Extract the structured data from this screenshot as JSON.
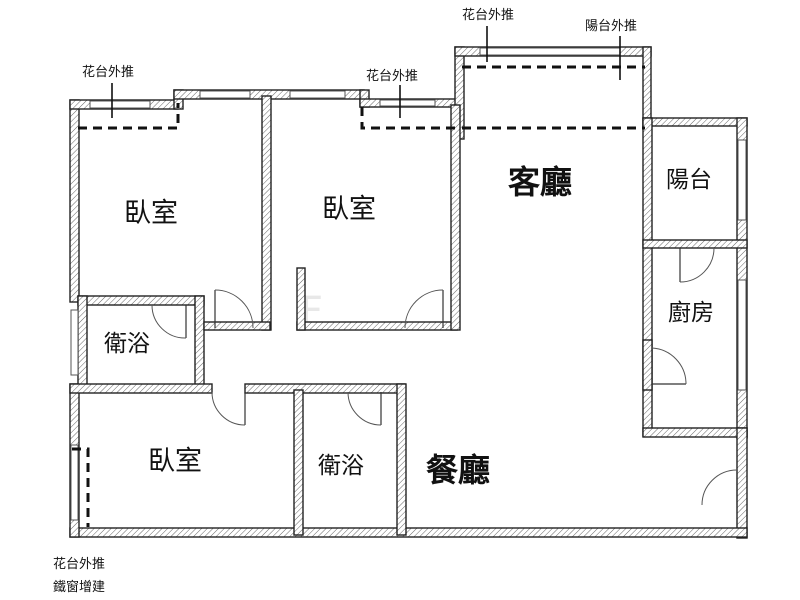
{
  "rooms": {
    "bedroom_1": "臥室",
    "bedroom_2": "臥室",
    "bedroom_3": "臥室",
    "living_room": "客廳",
    "dining_room": "餐廳",
    "bathroom_1": "衛浴",
    "bathroom_2": "衛浴",
    "kitchen": "廚房",
    "balcony": "陽台"
  },
  "notes": {
    "planter_left": "花台外推",
    "planter_middle": "花台外推",
    "planter_top": "花台外推",
    "balcony_extension": "陽台外推",
    "planter_bottom_line1": "花台外推",
    "planter_bottom_line2": "鐵窗增建"
  },
  "colors": {
    "wall_stroke": "#222222",
    "dashed_extension": "#111111"
  }
}
